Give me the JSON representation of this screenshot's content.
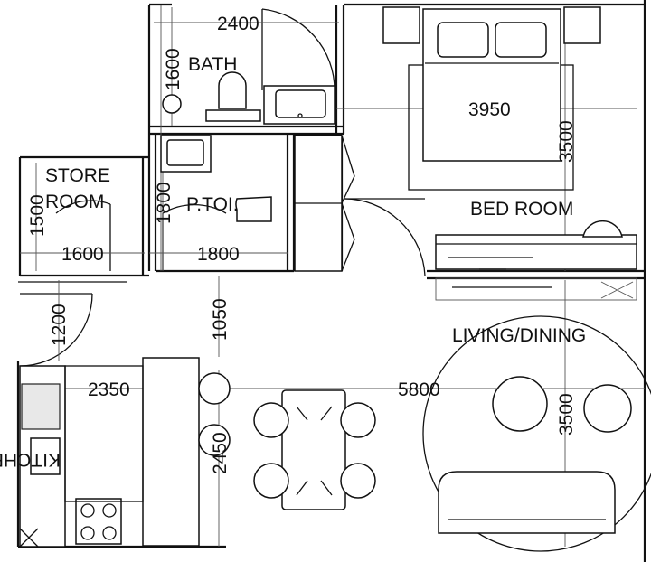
{
  "rooms": {
    "bath": "BATH",
    "store_line1": "STORE",
    "store_line2": "ROOM",
    "ptoi": "P.TOI.",
    "bedroom": "BED ROOM",
    "living": "LIVING/DINING",
    "kitchen": "KITCHEN"
  },
  "dimensions": {
    "bath_width": "2400",
    "bath_height": "1600",
    "bed_width": "3950",
    "bed_height": "3500",
    "store_height": "1500",
    "store_width": "1600",
    "ptoi_height": "1800",
    "ptoi_width": "1800",
    "corridor_height": "1200",
    "passage_height": "1050",
    "kitchen_width": "2350",
    "living_width": "5800",
    "living_height": "3500",
    "kitchen_height": "2450"
  },
  "colors": {
    "line": "#111111",
    "background": "#ffffff"
  }
}
